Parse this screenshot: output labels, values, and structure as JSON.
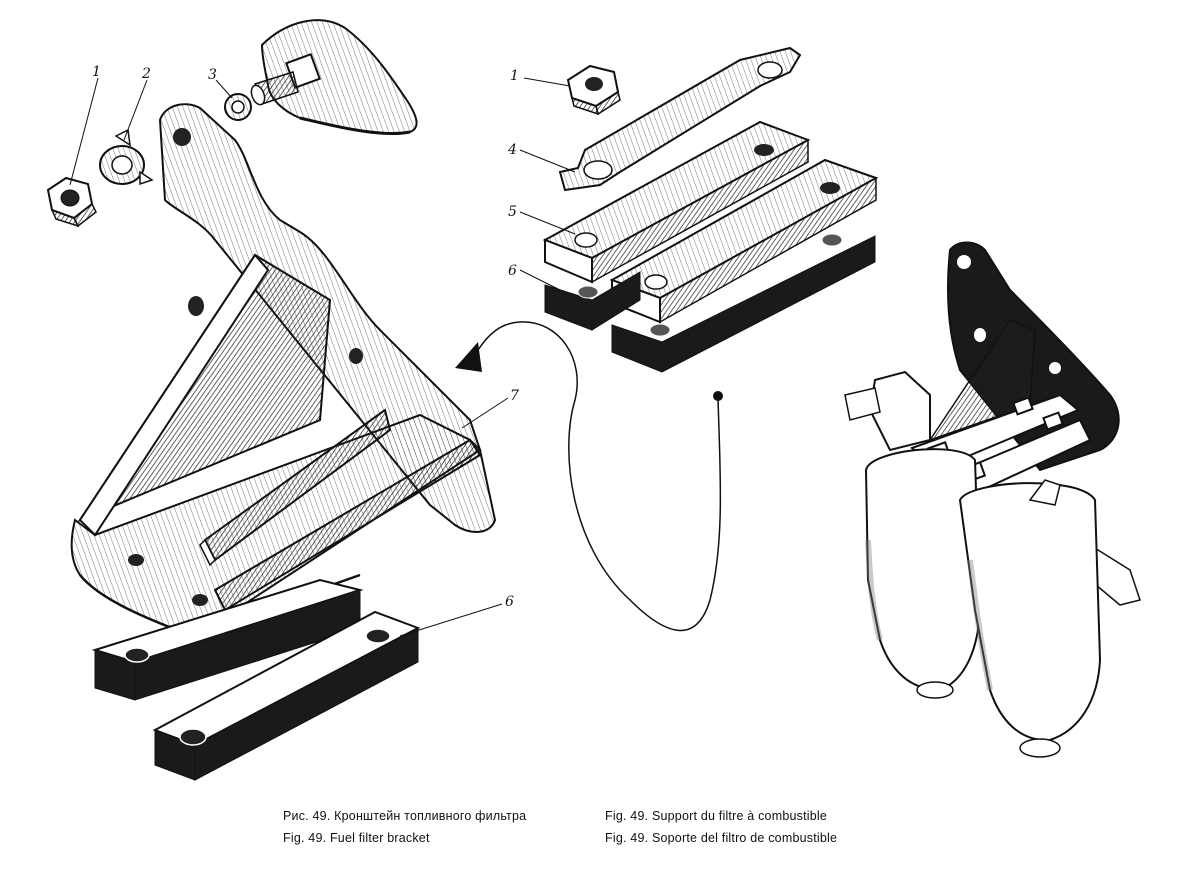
{
  "callouts": {
    "c1_left": "1",
    "c2": "2",
    "c3": "3",
    "c1_right": "1",
    "c4": "4",
    "c5": "5",
    "c6_upper": "6",
    "c7": "7",
    "c6_lower": "6"
  },
  "captions": {
    "ru": "Рис. 49. Кронштейн топливного фильтра",
    "en": "Fig. 49. Fuel filter bracket",
    "fr": "Fig. 49. Support du filtre à combustible",
    "es": "Fig. 49. Soporte del filtro de combustible"
  }
}
